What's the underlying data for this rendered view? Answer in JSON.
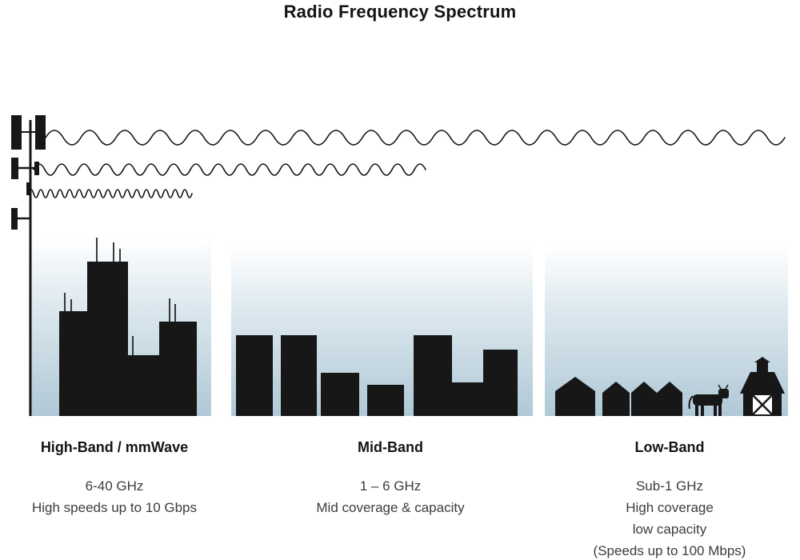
{
  "title": "Radio Frequency Spectrum",
  "bands": [
    {
      "name": "High-Band / mmWave",
      "frequency": "6-40 GHz",
      "details": [
        "High speeds up to 10 Gbps"
      ],
      "scene_icon": "city-skyline-with-antennas",
      "wave_icon": "short-wave-icon"
    },
    {
      "name": "Mid-Band",
      "frequency": "1 – 6 GHz",
      "details": [
        "Mid coverage & capacity"
      ],
      "scene_icon": "mid-rise-buildings",
      "wave_icon": "medium-wave-icon"
    },
    {
      "name": "Low-Band",
      "frequency": "Sub-1 GHz",
      "details": [
        "High coverage",
        "low capacity",
        "(Speeds up to 100 Mbps)"
      ],
      "scene_icon": "rural-houses-cow-barn",
      "wave_icon": "long-wave-icon"
    }
  ],
  "icons": {
    "tower": "cell-tower-icon",
    "waves": [
      "long-wave-icon",
      "medium-wave-icon",
      "short-wave-icon"
    ],
    "rural": [
      "house-icon",
      "cow-icon",
      "barn-icon"
    ]
  },
  "colors": {
    "silhouette": "#171717",
    "panel_gradient_top": "#ffffff",
    "panel_gradient_bottom": "#b0c8d6",
    "heading_text": "#141414",
    "body_text": "#3c3c3c"
  }
}
